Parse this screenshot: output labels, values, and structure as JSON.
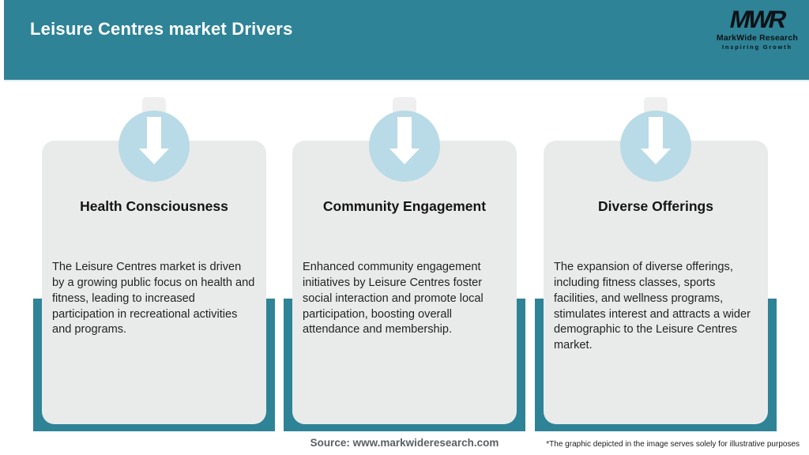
{
  "header": {
    "title": "Leisure Centres market Drivers",
    "logo": {
      "monogram": "MWR",
      "name": "MarkWide Research",
      "tagline": "Inspiring Growth"
    }
  },
  "cards": [
    {
      "icon": "down-arrow-icon",
      "title": "Health Consciousness",
      "body": "The Leisure Centres market is driven by a growing public focus on health and fitness, leading to increased participation in recreational activities and programs."
    },
    {
      "icon": "down-arrow-icon",
      "title": "Community Engagement",
      "body": "Enhanced community engagement initiatives by Leisure Centres foster social interaction and promote local participation, boosting overall attendance and membership."
    },
    {
      "icon": "down-arrow-icon",
      "title": "Diverse Offerings",
      "body": "The expansion of diverse offerings, including fitness classes, sports facilities, and wellness programs, stimulates interest and attracts a wider demographic to the Leisure Centres market."
    }
  ],
  "footer": {
    "source": "Source: www.markwideresearch.com",
    "disclaimer": "*The graphic depicted in the image serves solely for illustrative purposes"
  },
  "colors": {
    "teal": "#2E8397",
    "circle_blue": "#B9DAE7",
    "card_gray": "#E9EBEA",
    "header_text": "#FFFFFF"
  }
}
